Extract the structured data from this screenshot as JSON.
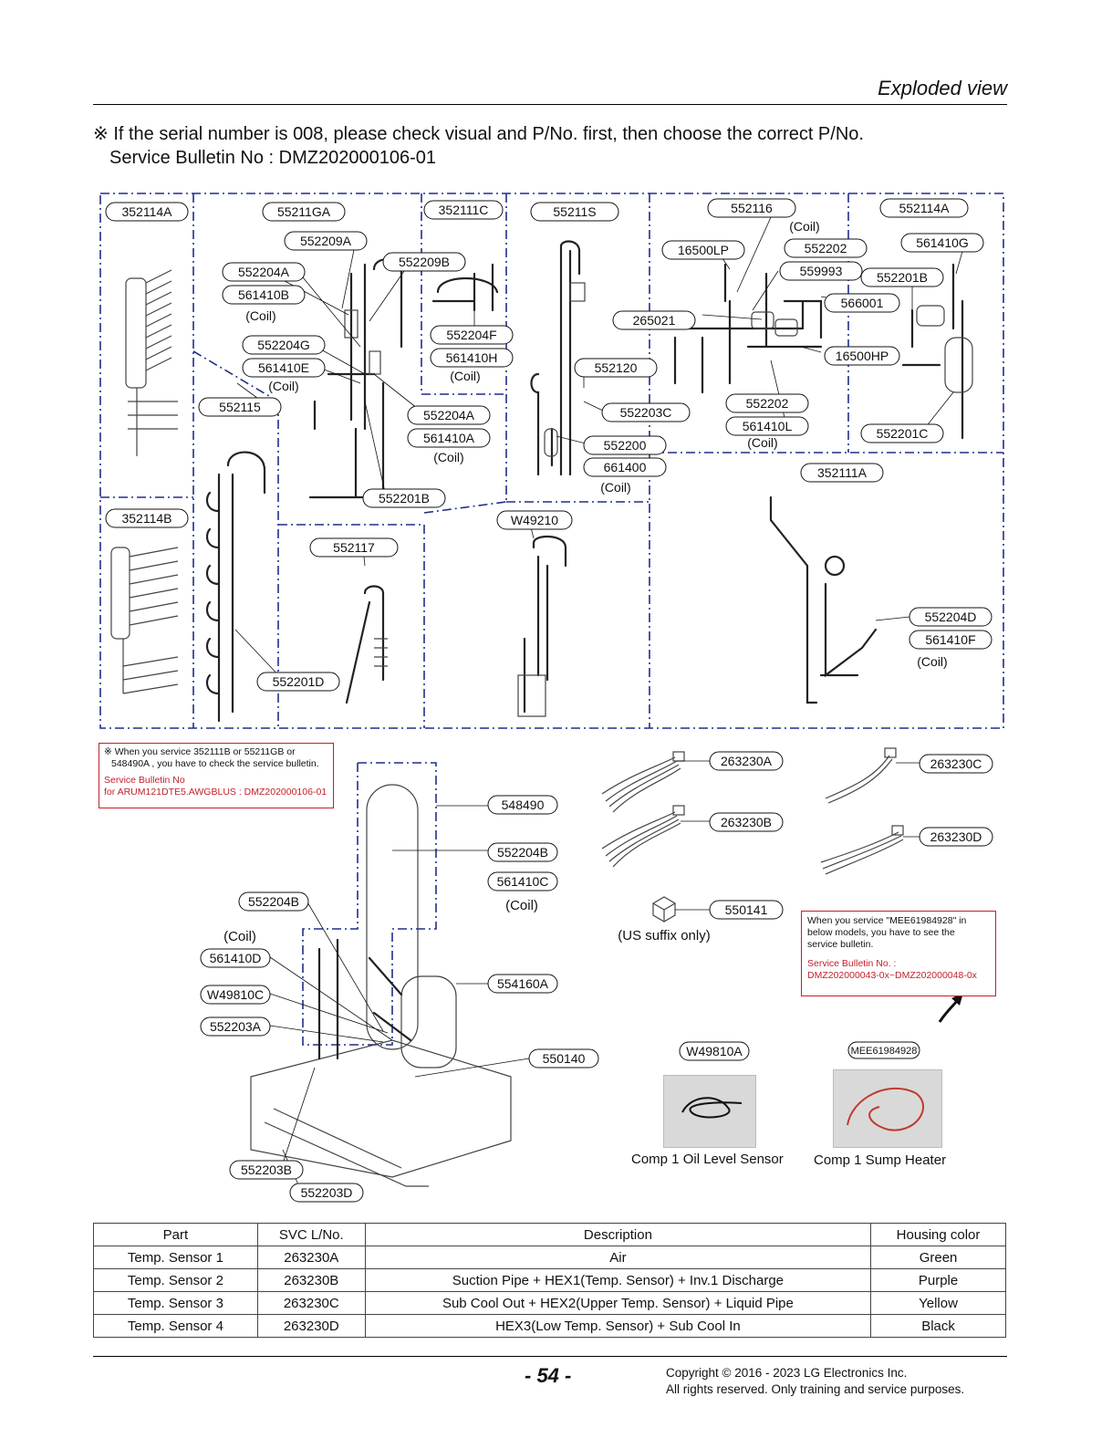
{
  "header": {
    "title": "Exploded view"
  },
  "notice": {
    "line1": "※ If the serial number is 008, please check visual and P/No. first, then choose the correct P/No.",
    "line2": "Service Bulletin No : DMZ202000106-01"
  },
  "upper_labels": [
    "352114A",
    "55211GA",
    "352111C",
    "55211S",
    "552116",
    "552114A",
    "552209A",
    "552209B",
    "552204A",
    "561410B",
    "552204F",
    "561410H",
    "552204G",
    "561410E",
    "552115",
    "552204A",
    "561410A",
    "552201B",
    "552120",
    "552203C",
    "552200",
    "661400",
    "16500LP",
    "552202",
    "561410G",
    "552201B",
    "559993",
    "566001",
    "265021",
    "16500HP",
    "552202",
    "561410L",
    "552201C",
    "352111A",
    "352114B",
    "552117",
    "W49210",
    "552204D",
    "561410F",
    "552201D"
  ],
  "coil_labels": [
    "(Coil)",
    "(Coil)",
    "(Coil)",
    "(Coil)",
    "(Coil)",
    "(Coil)",
    "(Coil)",
    "(Coil)"
  ],
  "lower_labels": [
    "548490",
    "552204B",
    "561410C",
    "552204B",
    "561410D",
    "W49810C",
    "552203A",
    "554160A",
    "550140",
    "552203B",
    "552203D",
    "263230A",
    "263230B",
    "263230C",
    "263230D",
    "550141",
    "W49810A",
    "MEE61984928"
  ],
  "coil_lower": [
    "(Coil)",
    "(Coil)"
  ],
  "us_suffix": "(US suffix only)",
  "bulletin_left": {
    "line1": "※ When you service 352111B or 55211GB or",
    "line2": "548490A , you have to check the service bulletin.",
    "line3": "Service Bulletin No",
    "line4": "for ARUM121DTE5.AWGBLUS : DMZ202000106-01"
  },
  "bulletin_right": {
    "line1": "When you service \"MEE61984928\" in",
    "line2": "below models, you have to see the",
    "line3": "service bulletin.",
    "line4": "Service Bulletin No. :",
    "line5": "DMZ202000043-0x~DMZ202000048-0x"
  },
  "photos": {
    "left_caption": "Comp 1 Oil Level Sensor",
    "right_caption": "Comp 1 Sump Heater"
  },
  "table": {
    "headers": [
      "Part",
      "SVC L/No.",
      "Description",
      "Housing color"
    ],
    "rows": [
      [
        "Temp. Sensor 1",
        "263230A",
        "Air",
        "Green"
      ],
      [
        "Temp. Sensor 2",
        "263230B",
        "Suction Pipe + HEX1(Temp. Sensor) + Inv.1  Discharge",
        "Purple"
      ],
      [
        "Temp. Sensor 3",
        "263230C",
        "Sub Cool Out + HEX2(Upper Temp. Sensor) + Liquid Pipe",
        "Yellow"
      ],
      [
        "Temp. Sensor 4",
        "263230D",
        "HEX3(Low Temp. Sensor) + Sub Cool In",
        "Black"
      ]
    ]
  },
  "footer": {
    "page": "- 54 -",
    "copyright1": "Copyright © 2016 - 2023 LG Electronics Inc.",
    "copyright2": "All rights reserved. Only training and service purposes."
  },
  "colors": {
    "frame": "#1e2f8a",
    "bulletin": "#c21f2a"
  }
}
